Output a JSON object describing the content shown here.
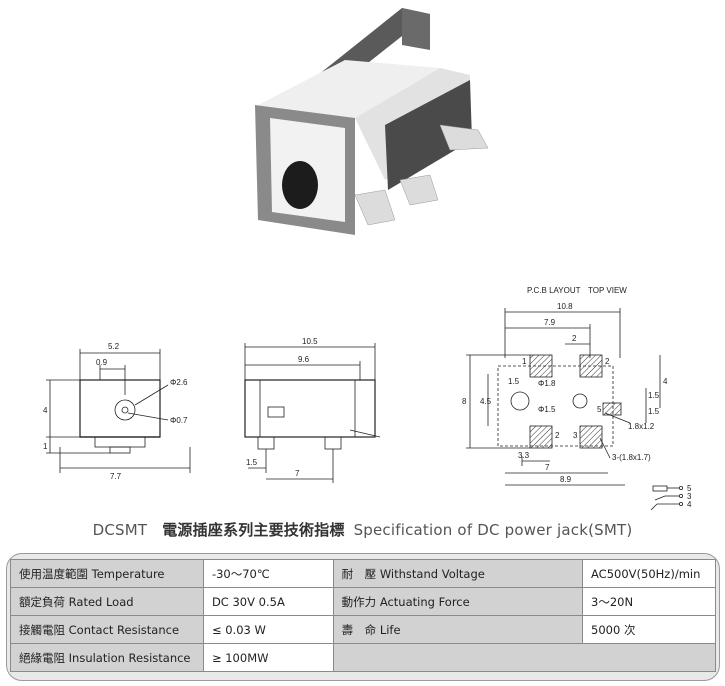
{
  "title": {
    "model": "DCSMT",
    "chinese": "電源插座系列主要技術指標",
    "english": "Specification of DC power jack(SMT)"
  },
  "drawing_labels": {
    "pcb_layout": "P.C.B LAYOUT",
    "top_view": "TOP VIEW",
    "front": {
      "w_top": "5.2",
      "w_mid": "0.9",
      "h_left": "4",
      "h_small": "1",
      "w_bottom": "7.7",
      "dia_big": "Φ2.6",
      "dia_small": "Φ0.7"
    },
    "side": {
      "w_top": "10.5",
      "w_mid": "9.6",
      "w_small": "1.5",
      "w_bottom": "7"
    },
    "pcb": {
      "w_top": "10.8",
      "w2": "7.9",
      "w3": "2",
      "h_total": "8",
      "h_mid": "4.5",
      "h_right": "4",
      "h_right2": "1.5",
      "h_right3": "1.5",
      "left_small": "1.5",
      "hole_big": "Φ1.8",
      "hole_small": "Φ1.5",
      "pad5": "1.8x1.2",
      "w_b1": "3.3",
      "w_b2": "7",
      "w_b3": "8.9",
      "pad3": "3-(1.8x1.7)",
      "pads": [
        "1",
        "2",
        "2",
        "3",
        "5"
      ]
    },
    "schematic_pins": [
      "5",
      "3",
      "4"
    ]
  },
  "spec_table": {
    "rows": [
      {
        "left_label_zh": "使用温度範圍",
        "left_label_en": "Temperature",
        "left_value": "-30～70℃",
        "right_label_zh": "耐　壓",
        "right_label_en": "Withstand Voltage",
        "right_value": "AC500V(50Hz)/min"
      },
      {
        "left_label_zh": "額定負荷",
        "left_label_en": "Rated Load",
        "left_value": "DC  30V  0.5A",
        "right_label_zh": "動作力",
        "right_label_en": "Actuating Force",
        "right_value": "3～20N"
      },
      {
        "left_label_zh": "接觸電阻",
        "left_label_en": "Contact Resistance",
        "left_value": "≤ 0.03 W",
        "right_label_zh": "壽　命",
        "right_label_en": "Life",
        "right_value": "5000 次"
      },
      {
        "left_label_zh": "絕緣電阻",
        "left_label_en": "Insulation Resistance",
        "left_value": "≥ 100MW",
        "right_label_zh": "",
        "right_label_en": "",
        "right_value": ""
      }
    ]
  }
}
